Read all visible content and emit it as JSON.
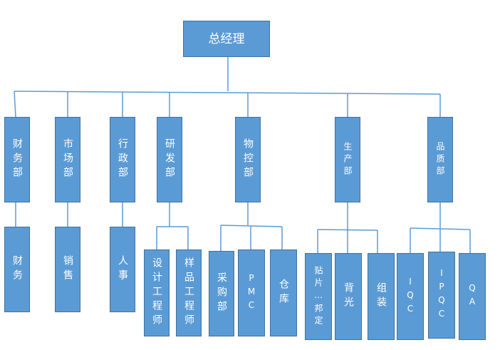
{
  "org": {
    "top": "总经理",
    "departments": [
      "财务部",
      "市场部",
      "行政部",
      "研发部",
      "物控部",
      "生产部",
      "品质部"
    ],
    "subunits": [
      "财务",
      "销售",
      "人事",
      "设计工程师",
      "样品工程师",
      "采购部",
      "PMC",
      "仓库",
      "贴片…邦定",
      "背光",
      "组装",
      "IQC",
      "IPQC",
      "QA"
    ]
  },
  "colors": {
    "box_fill": "#5b9bd5",
    "box_border": "#41719c",
    "line": "#5b9bd5"
  }
}
